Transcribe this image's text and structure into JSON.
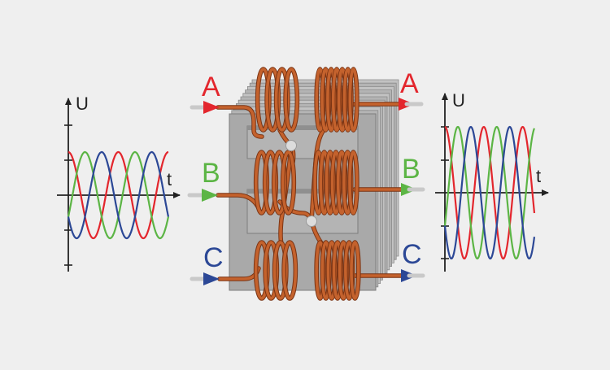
{
  "colors": {
    "background": "#efefef",
    "phase_a": "#e3262d",
    "phase_b": "#5cb545",
    "phase_c": "#2c4896",
    "axis": "#222222",
    "core": "#a9a9a9",
    "core_edge": "#7d7d7d",
    "copper": "#c4622d",
    "copper_dark": "#7a3414",
    "lead": "#c9c9c9"
  },
  "input_plot": {
    "y_label": "U",
    "x_label": "t",
    "series": [
      {
        "phase": "A",
        "color_key": "phase_a",
        "phase_deg": 0
      },
      {
        "phase": "B",
        "color_key": "phase_b",
        "phase_deg": -120
      },
      {
        "phase": "C",
        "color_key": "phase_c",
        "phase_deg": 120
      }
    ],
    "cycles": 2,
    "relative_amplitude": 1.0
  },
  "output_plot": {
    "y_label": "U",
    "x_label": "t",
    "series": [
      {
        "phase": "A",
        "color_key": "phase_a",
        "phase_deg": 0
      },
      {
        "phase": "B",
        "color_key": "phase_b",
        "phase_deg": -120
      },
      {
        "phase": "C",
        "color_key": "phase_c",
        "phase_deg": 120
      }
    ],
    "cycles": 2.3,
    "relative_amplitude": 2.0
  },
  "inputs": [
    {
      "label": "A",
      "color_key": "phase_a"
    },
    {
      "label": "B",
      "color_key": "phase_b"
    },
    {
      "label": "C",
      "color_key": "phase_c"
    }
  ],
  "outputs": [
    {
      "label": "A",
      "color_key": "phase_a"
    },
    {
      "label": "B",
      "color_key": "phase_b"
    },
    {
      "label": "C",
      "color_key": "phase_c"
    }
  ]
}
